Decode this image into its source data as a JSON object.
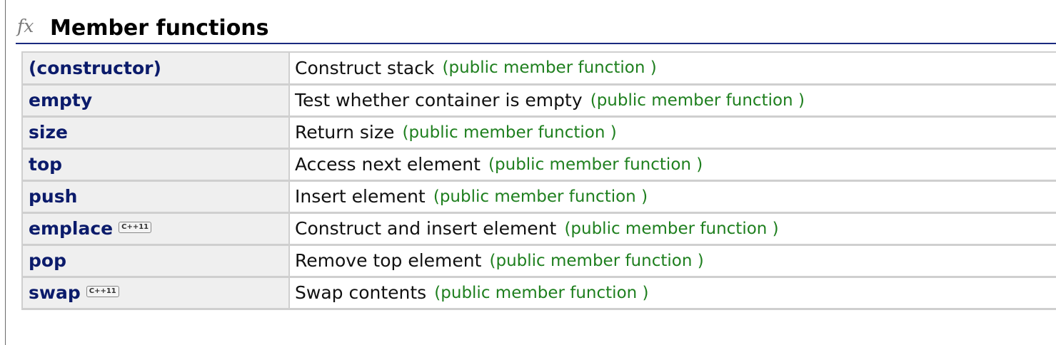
{
  "section": {
    "icon": "fx-function-icon",
    "icon_text": "fx",
    "title": "Member functions"
  },
  "badge_label": "C++11",
  "functions": [
    {
      "name": "(constructor)",
      "description": "Construct stack",
      "type": "(public member function )"
    },
    {
      "name": "empty",
      "description": "Test whether container is empty",
      "type": "(public member function )"
    },
    {
      "name": "size",
      "description": "Return size",
      "type": "(public member function )"
    },
    {
      "name": "top",
      "description": "Access next element",
      "type": "(public member function )"
    },
    {
      "name": "push",
      "description": "Insert element",
      "type": "(public member function )"
    },
    {
      "name": "emplace",
      "badge": "C++11",
      "description": "Construct and insert element",
      "type": "(public member function )"
    },
    {
      "name": "pop",
      "description": "Remove top element",
      "type": "(public member function )"
    },
    {
      "name": "swap",
      "badge": "C++11",
      "description": "Swap contents",
      "type": "(public member function )"
    }
  ],
  "colors": {
    "function_name": "#0b1b6b",
    "type_note": "#1e7f1e",
    "header_rule": "#1a2a80",
    "name_cell_bg": "#efefef"
  }
}
